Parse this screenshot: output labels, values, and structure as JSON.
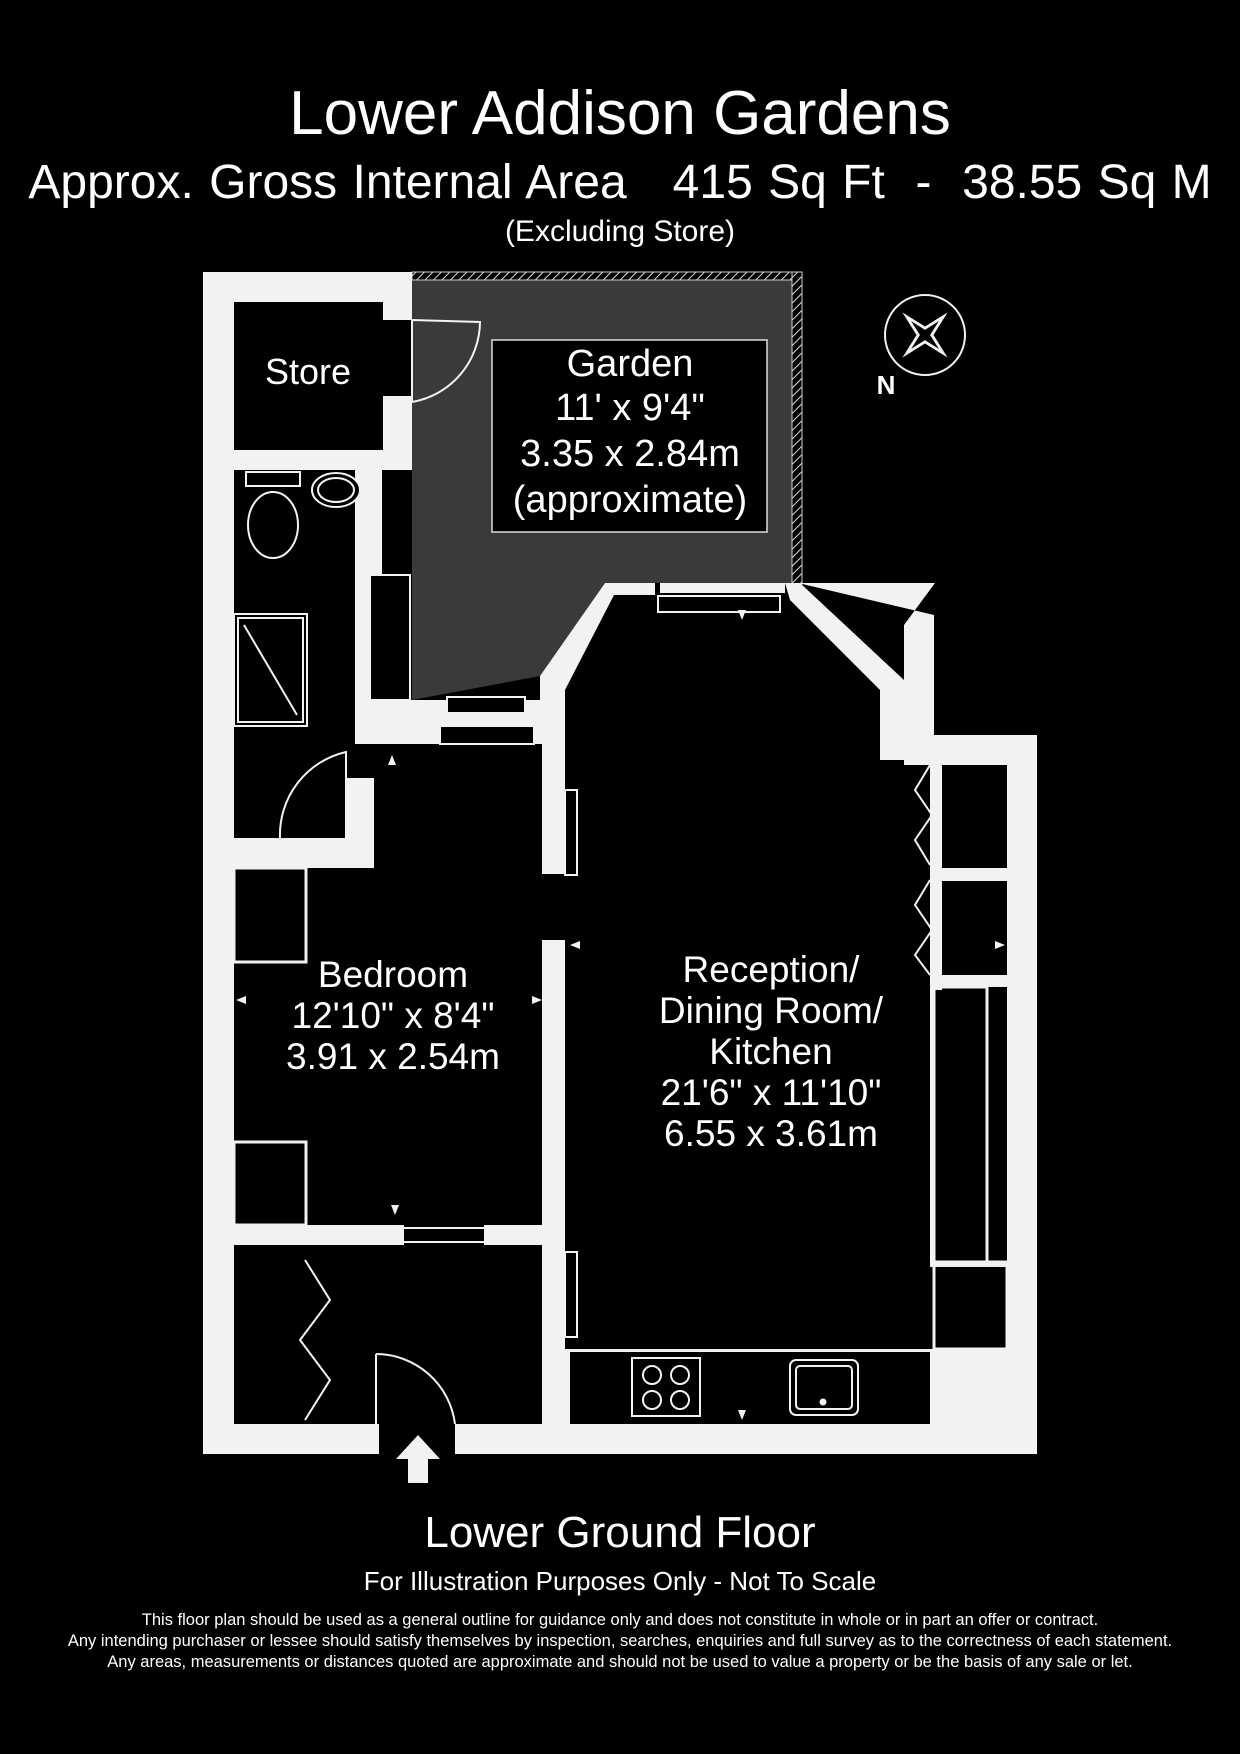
{
  "title": "Lower Addison Gardens",
  "area_line": "Approx. Gross Internal Area   415 Sq Ft  -  38.55 Sq M",
  "area_note": "(Excluding Store)",
  "compass_label": "N",
  "rooms": {
    "store": {
      "name": "Store"
    },
    "garden": {
      "name": "Garden",
      "imperial": "11' x 9'4\"",
      "metric": "3.35 x 2.84m",
      "note": "(approximate)"
    },
    "bedroom": {
      "name": "Bedroom",
      "imperial": "12'10\" x 8'4\"",
      "metric": "3.91 x 2.54m"
    },
    "reception": {
      "name_line1": "Reception/",
      "name_line2": "Dining Room/",
      "name_line3": "Kitchen",
      "imperial": "21'6\" x 11'10\"",
      "metric": "6.55 x 3.61m"
    }
  },
  "floor_name": "Lower Ground Floor",
  "illustration_note": "For Illustration Purposes Only - Not To Scale",
  "disclaimer": [
    "This floor plan should be used as a general outline for guidance only and does not constitute in whole or in part an offer or contract.",
    "Any intending purchaser or lessee should satisfy themselves by inspection, searches, enquiries and full survey as to the correctness of each statement.",
    "Any areas, measurements or distances quoted are approximate and should not be used to value a property or be the basis of any sale or let."
  ],
  "colors": {
    "background": "#000000",
    "walls": "#f2f2f2",
    "garden_fill": "#3a3a3a",
    "text": "#ffffff"
  },
  "icons": [
    "compass-icon",
    "entrance-arrow-icon",
    "toilet-icon",
    "basin-icon",
    "shower-icon",
    "hob-icon",
    "sink-icon"
  ]
}
